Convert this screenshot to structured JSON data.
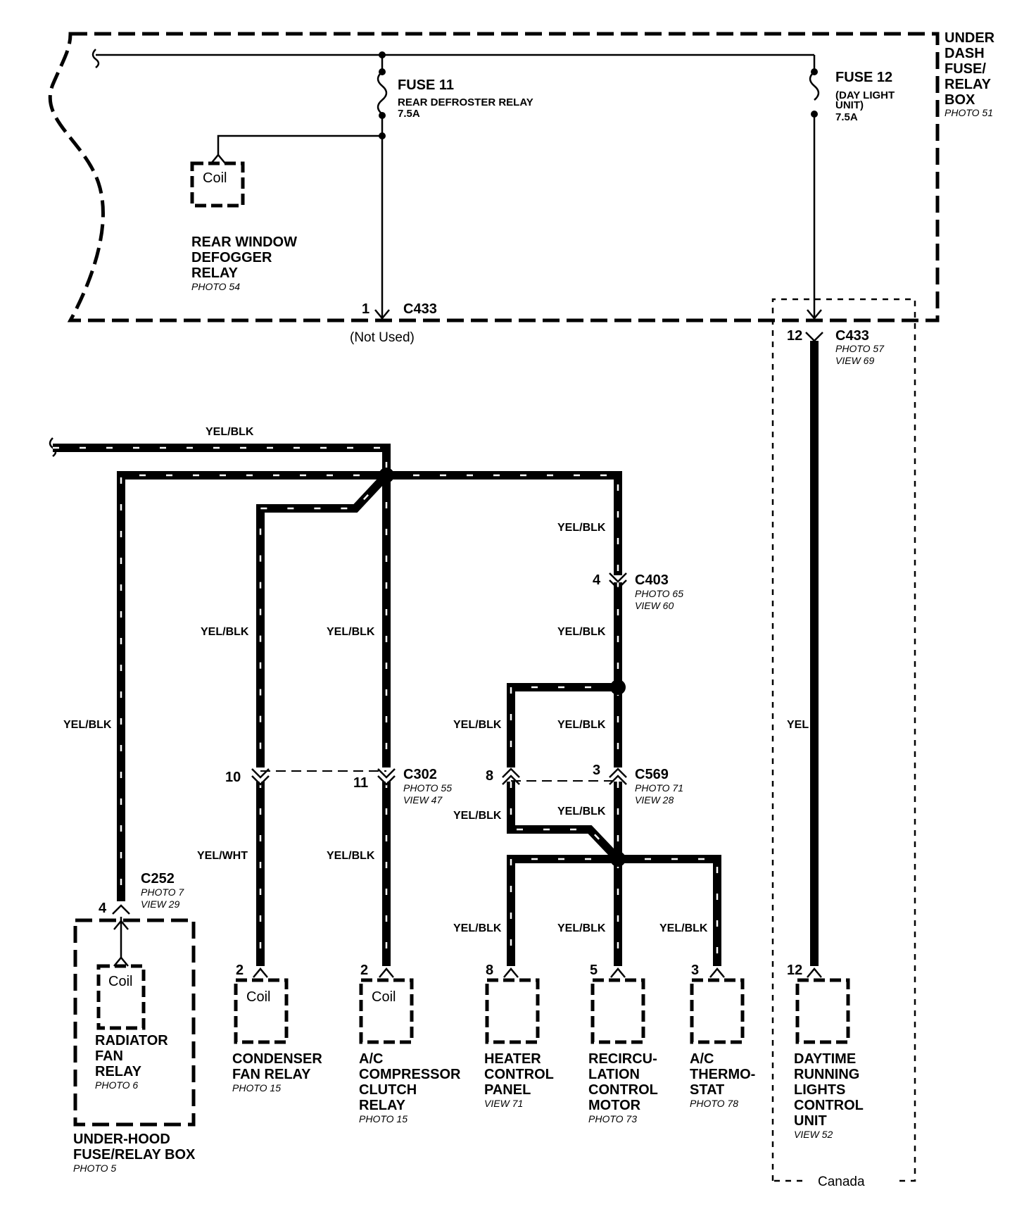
{
  "fuse_box": {
    "title_lines": [
      "UNDER",
      "DASH",
      "FUSE/",
      "RELAY",
      "BOX"
    ],
    "photo": "PHOTO 51"
  },
  "fuse11": {
    "name": "FUSE 11",
    "desc": "REAR DEFROSTER RELAY",
    "rating": "7.5A"
  },
  "fuse12": {
    "name": "FUSE 12",
    "desc_lines": [
      "(DAY LIGHT",
      "UNIT)"
    ],
    "rating": "7.5A"
  },
  "defogger_relay": {
    "coil": "Coil",
    "title_lines": [
      "REAR WINDOW",
      "DEFOGGER",
      "RELAY"
    ],
    "photo": "PHOTO 54"
  },
  "c433_left": {
    "pin": "1",
    "name": "C433",
    "note": "(Not Used)"
  },
  "c433_right": {
    "pin": "12",
    "name": "C433",
    "photo": "PHOTO 57",
    "view": "VIEW 69"
  },
  "canada_label": "Canada",
  "wires": {
    "yel_blk": "YEL/BLK",
    "yel_wht": "YEL/WHT",
    "yel": "YEL"
  },
  "c403": {
    "pin": "4",
    "name": "C403",
    "photo": "PHOTO 65",
    "view": "VIEW 60"
  },
  "c302": {
    "pin_left": "10",
    "pin_right": "11",
    "name": "C302",
    "photo": "PHOTO 55",
    "view": "VIEW 47"
  },
  "c569": {
    "pin_left": "8",
    "pin_right": "3",
    "name": "C569",
    "photo": "PHOTO 71",
    "view": "VIEW 28"
  },
  "c252": {
    "pin": "4",
    "name": "C252",
    "photo": "PHOTO 7",
    "view": "VIEW 29"
  },
  "radiator_relay": {
    "coil": "Coil",
    "title_lines": [
      "RADIATOR",
      "FAN",
      "RELAY"
    ],
    "photo": "PHOTO 6"
  },
  "underhood_box": {
    "title_lines": [
      "UNDER-HOOD",
      "FUSE/RELAY BOX"
    ],
    "photo": "PHOTO 5"
  },
  "condenser_relay": {
    "pin": "2",
    "coil": "Coil",
    "title_lines": [
      "CONDENSER",
      "FAN RELAY"
    ],
    "photo": "PHOTO 15"
  },
  "ac_clutch_relay": {
    "pin": "2",
    "coil": "Coil",
    "title_lines": [
      "A/C",
      "COMPRESSOR",
      "CLUTCH",
      "RELAY"
    ],
    "photo": "PHOTO 15"
  },
  "heater_panel": {
    "pin": "8",
    "title_lines": [
      "HEATER",
      "CONTROL",
      "PANEL"
    ],
    "photo": "VIEW 71"
  },
  "recirc_motor": {
    "pin": "5",
    "title_lines": [
      "RECIRCU-",
      "LATION",
      "CONTROL",
      "MOTOR"
    ],
    "photo": "PHOTO 73"
  },
  "ac_thermostat": {
    "pin": "3",
    "title_lines": [
      "A/C",
      "THERMO-",
      "STAT"
    ],
    "photo": "PHOTO 78"
  },
  "drl_unit": {
    "pin": "12",
    "title_lines": [
      "DAYTIME",
      "RUNNING",
      "LIGHTS",
      "CONTROL",
      "UNIT"
    ],
    "photo": "VIEW 52"
  }
}
